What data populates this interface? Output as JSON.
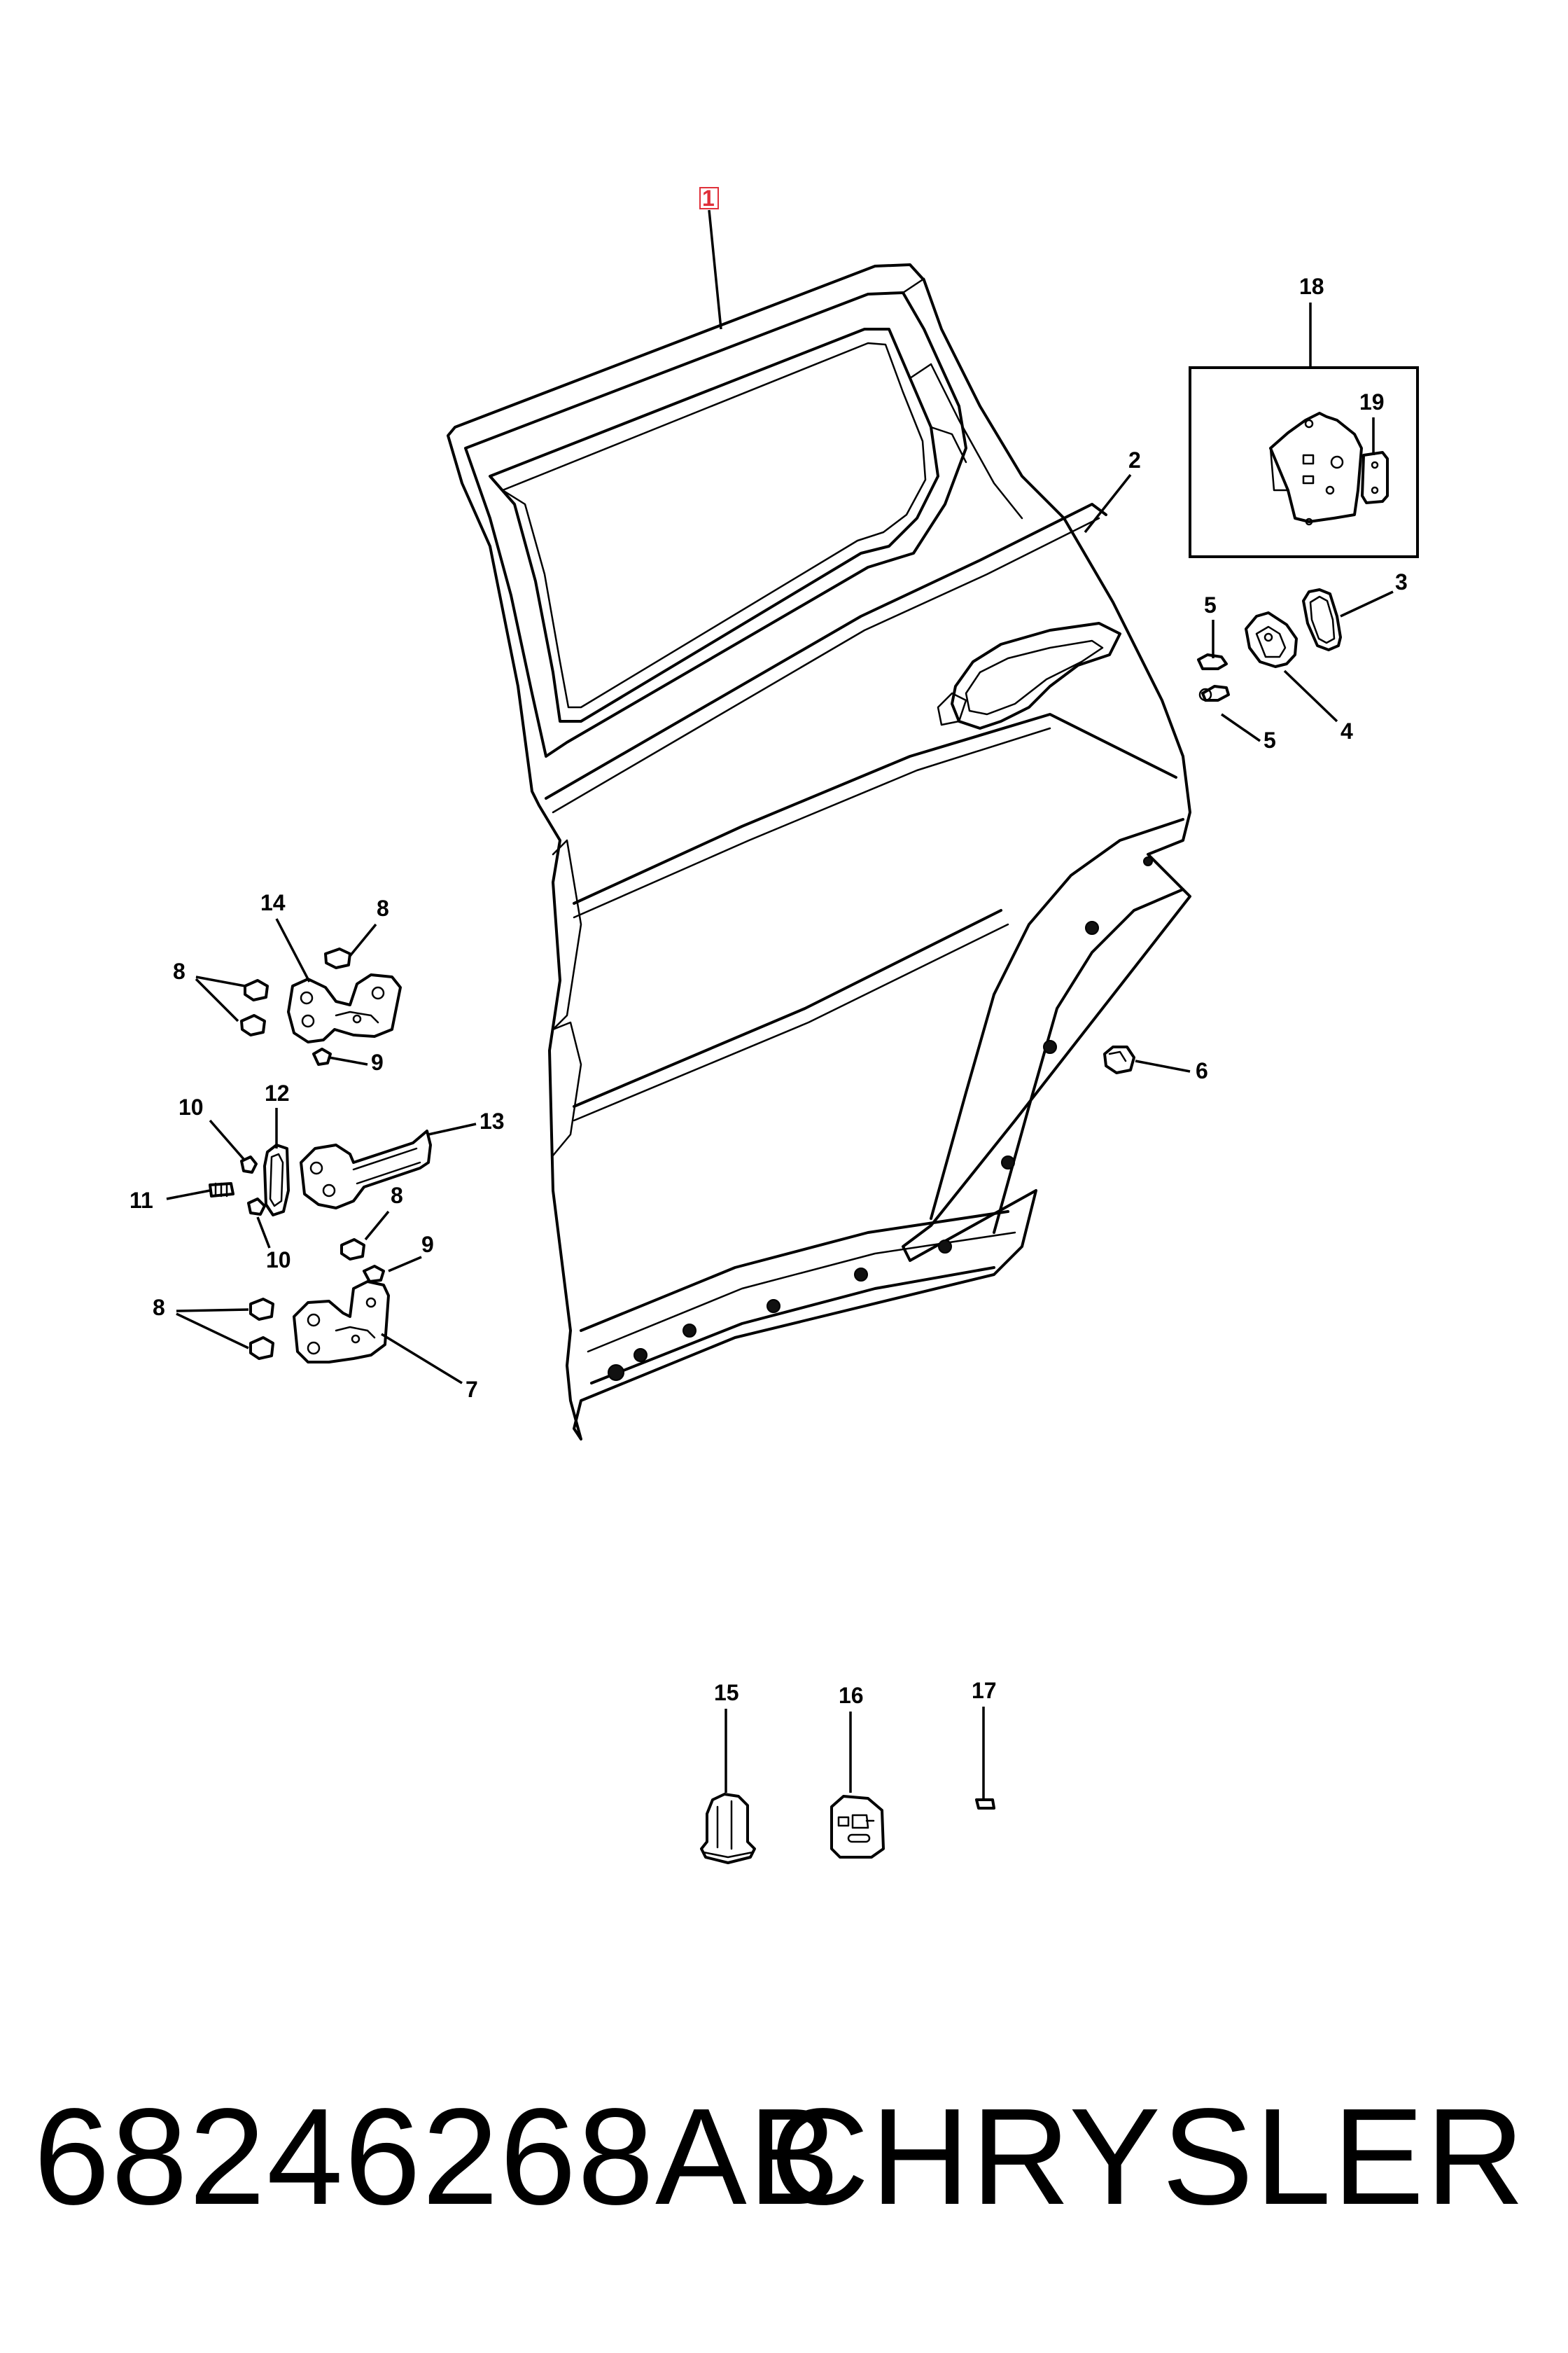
{
  "callouts": {
    "c1": "1",
    "c2": "2",
    "c3": "3",
    "c4": "4",
    "c5a": "5",
    "c5b": "5",
    "c6": "6",
    "c7": "7",
    "c8a": "8",
    "c8b": "8",
    "c8c": "8",
    "c8d": "8",
    "c9a": "9",
    "c9b": "9",
    "c10a": "10",
    "c10b": "10",
    "c11": "11",
    "c12": "12",
    "c13": "13",
    "c14": "14",
    "c15": "15",
    "c16": "16",
    "c17": "17",
    "c18": "18",
    "c19": "19"
  },
  "highlight_color": "#e0303a",
  "footer": {
    "part_number": "68246268AB",
    "brand": "CHRYSLER"
  }
}
